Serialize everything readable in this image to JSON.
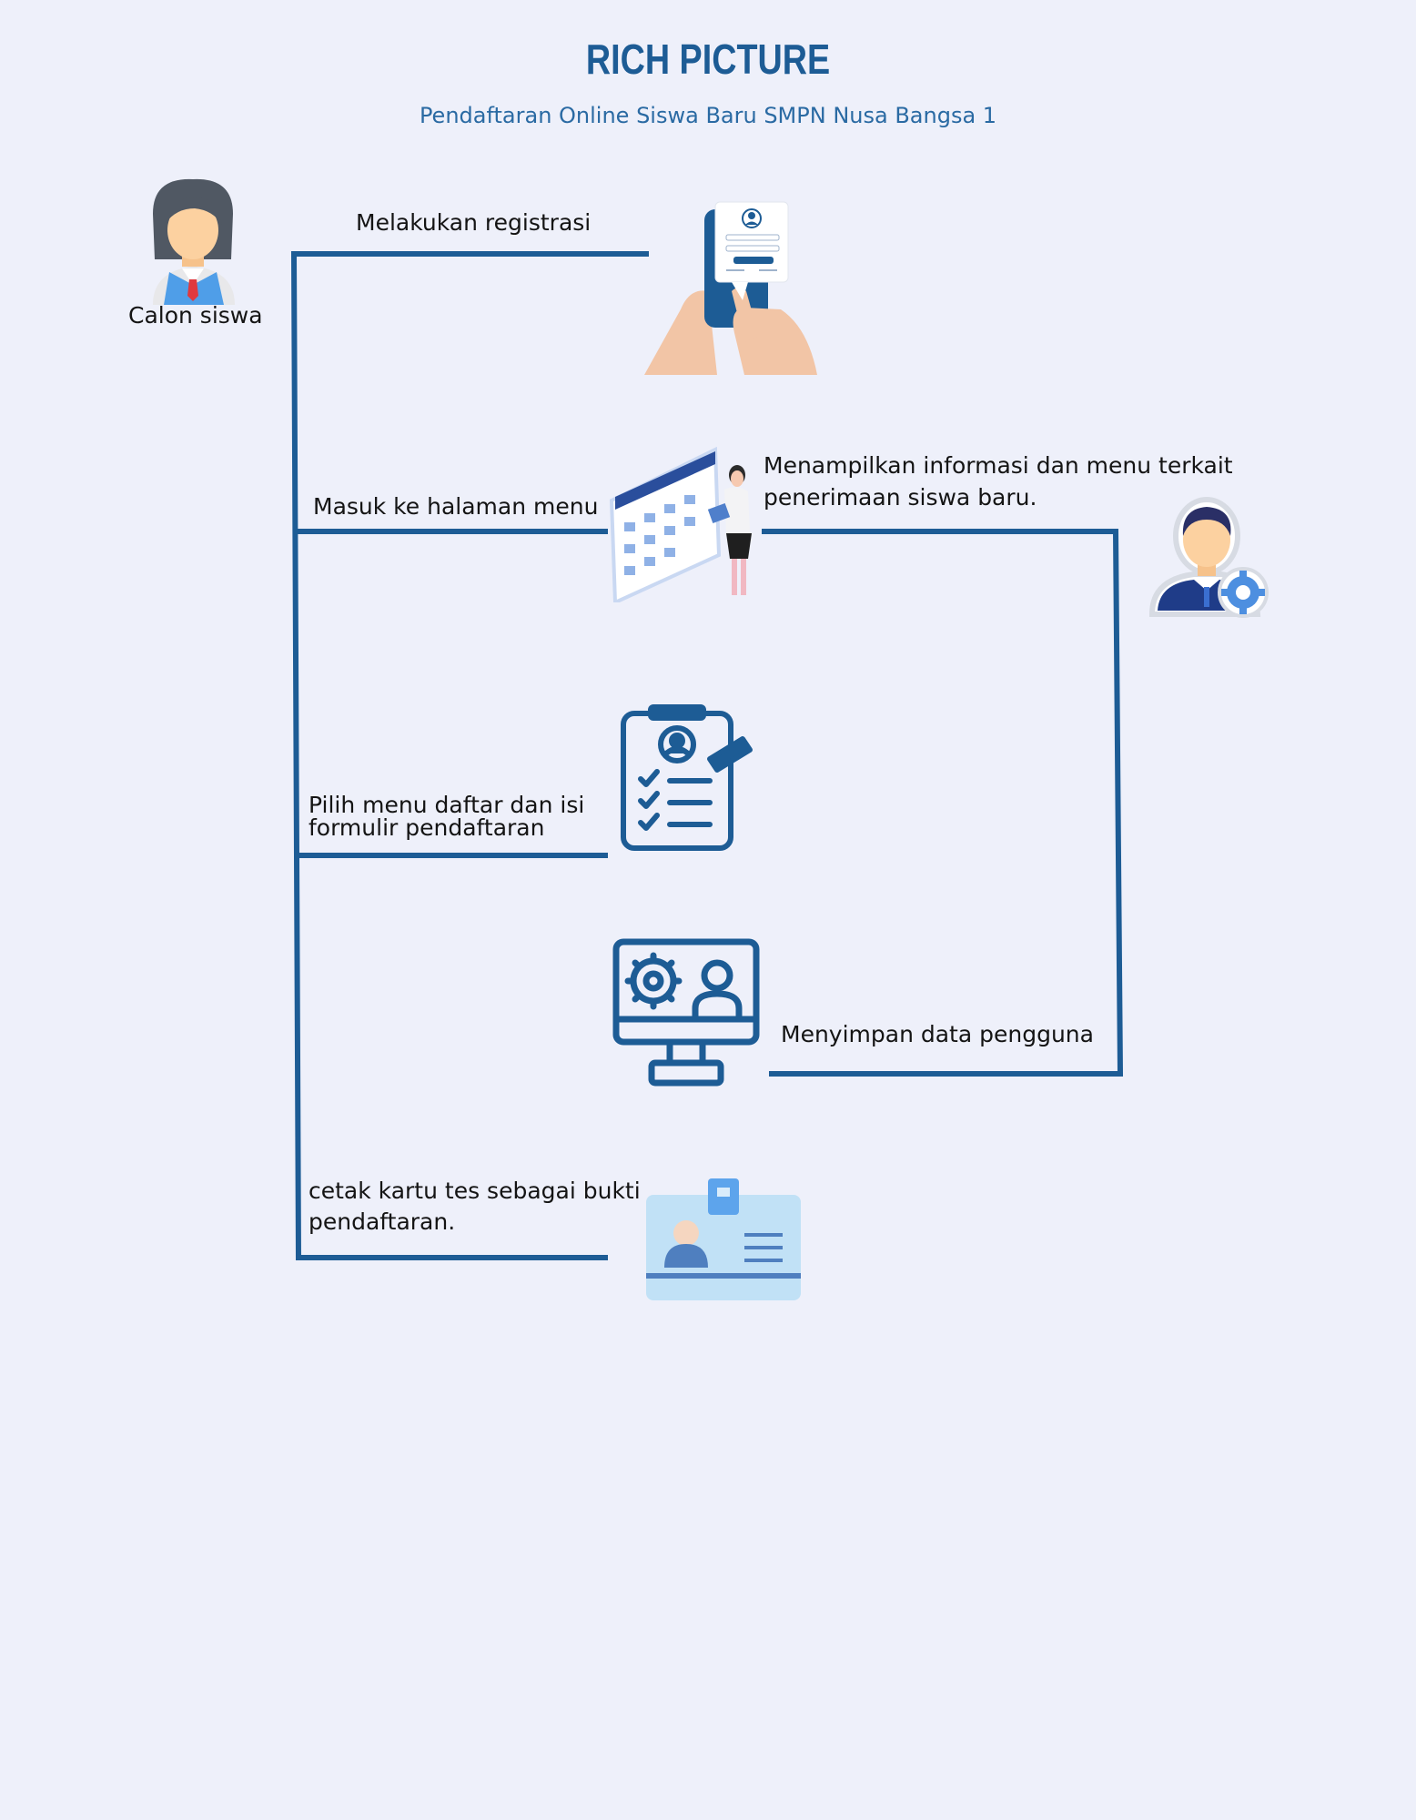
{
  "header": {
    "title": "RICH PICTURE",
    "subtitle": "Pendaftaran Online Siswa Baru SMPN Nusa Bangsa 1"
  },
  "actors": {
    "student": {
      "label": "Calon siswa",
      "icon": "student-girl-icon"
    },
    "admin": {
      "icon": "admin-gear-icon"
    }
  },
  "steps": [
    {
      "label": "Melakukan registrasi",
      "icon": "phone-login-icon"
    },
    {
      "label": "Masuk ke halaman menu",
      "icon": "web-menu-woman-icon"
    },
    {
      "label_lines": [
        "Pilih menu daftar dan isi",
        "formulir pendaftaran"
      ],
      "icon": "clipboard-form-icon"
    },
    {
      "label_lines": [
        "cetak kartu tes sebagai bukti",
        "pendaftaran."
      ],
      "icon": "id-card-icon"
    }
  ],
  "system_notes": {
    "display_info_lines": [
      "Menampilkan informasi dan menu terkait",
      "penerimaan siswa baru."
    ],
    "save_data": "Menyimpan data pengguna",
    "save_icon": "computer-settings-user-icon"
  },
  "colors": {
    "background": "#eef0fa",
    "line": "#1d5c95",
    "title": "#1d5c95"
  }
}
